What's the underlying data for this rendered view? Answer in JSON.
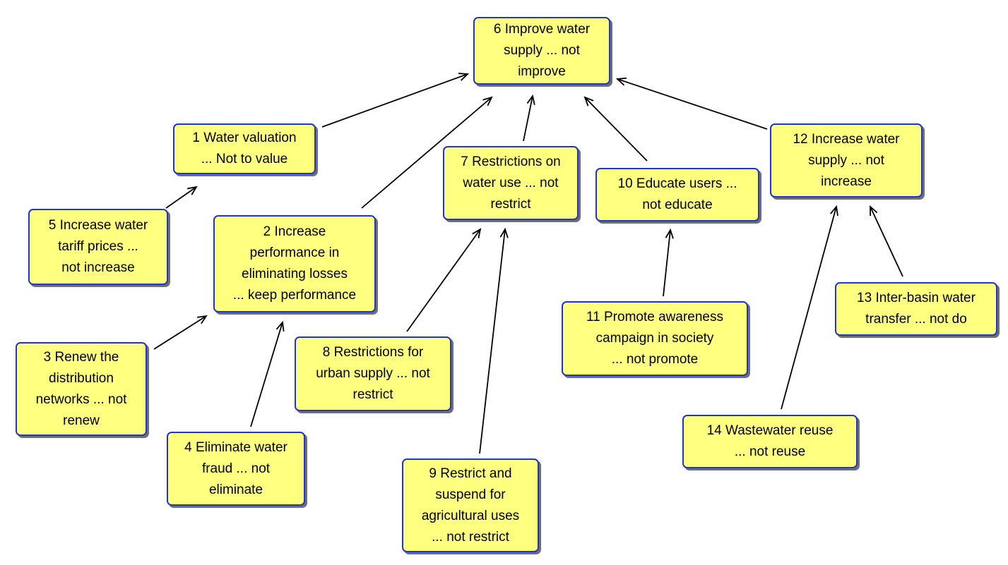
{
  "diagram": {
    "nodes": [
      {
        "id": "n6",
        "label": "6 Improve water\nsupply ... not\nimprove"
      },
      {
        "id": "n1",
        "label": "1 Water valuation\n... Not to value"
      },
      {
        "id": "n5",
        "label": "5 Increase water\ntariff prices ...\nnot increase"
      },
      {
        "id": "n2",
        "label": "2 Increase\nperformance in\neliminating losses\n... keep performance"
      },
      {
        "id": "n3",
        "label": "3 Renew the\ndistribution\nnetworks ... not\nrenew"
      },
      {
        "id": "n4",
        "label": "4 Eliminate water\nfraud ... not\neliminate"
      },
      {
        "id": "n7",
        "label": "7 Restrictions on\nwater use ... not\nrestrict"
      },
      {
        "id": "n8",
        "label": "8 Restrictions for\nurban supply ... not\nrestrict"
      },
      {
        "id": "n9",
        "label": "9 Restrict and\nsuspend for\nagricultural uses\n... not restrict"
      },
      {
        "id": "n10",
        "label": "10 Educate users ...\nnot educate"
      },
      {
        "id": "n11",
        "label": "11 Promote awareness\ncampaign in society\n... not promote"
      },
      {
        "id": "n12",
        "label": "12 Increase water\nsupply ... not\nincrease"
      },
      {
        "id": "n13",
        "label": "13 Inter-basin water\ntransfer ... not do"
      },
      {
        "id": "n14",
        "label": "14 Wastewater reuse\n... not reuse"
      }
    ],
    "edges": [
      {
        "from": "n1",
        "to": "n6"
      },
      {
        "from": "n2",
        "to": "n6"
      },
      {
        "from": "n7",
        "to": "n6"
      },
      {
        "from": "n10",
        "to": "n6"
      },
      {
        "from": "n12",
        "to": "n6"
      },
      {
        "from": "n5",
        "to": "n1"
      },
      {
        "from": "n3",
        "to": "n2"
      },
      {
        "from": "n4",
        "to": "n2"
      },
      {
        "from": "n8",
        "to": "n7"
      },
      {
        "from": "n9",
        "to": "n7"
      },
      {
        "from": "n11",
        "to": "n10"
      },
      {
        "from": "n14",
        "to": "n12"
      },
      {
        "from": "n13",
        "to": "n12"
      }
    ],
    "colors": {
      "node_fill": "#ffff80",
      "node_border": "#1f35d0",
      "node_shadow": "#6f6f6f",
      "arrow": "#000000"
    }
  }
}
